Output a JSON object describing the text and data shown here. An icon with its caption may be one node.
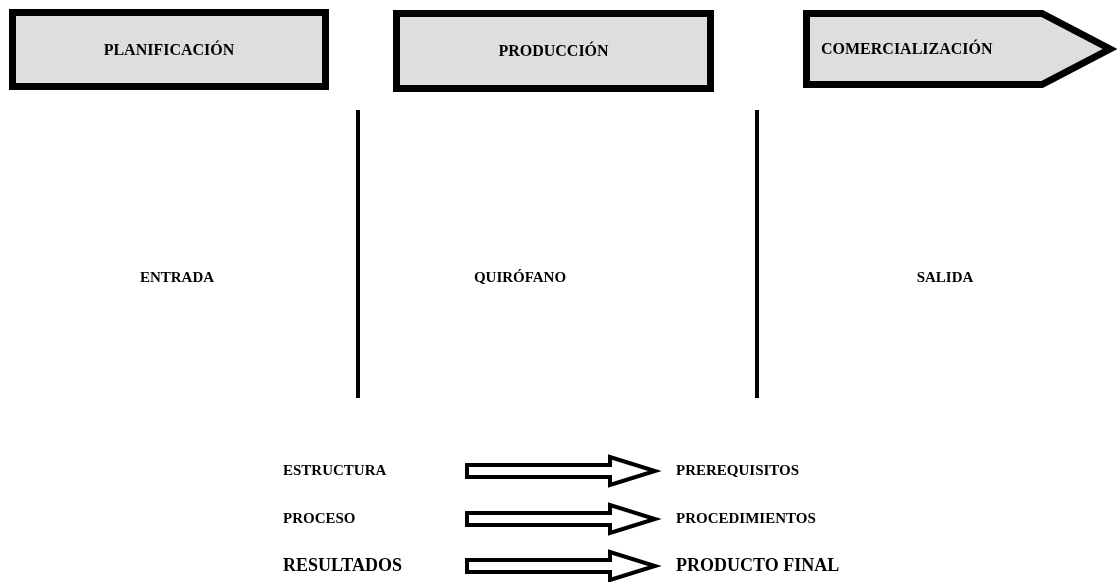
{
  "diagram": {
    "nodes": [
      {
        "text": [
          "PLANIFICACIÓN"
        ]
      },
      {
        "text": [
          "PRODUCCIÓN"
        ]
      },
      {
        "text": [
          "COMERCIALIZACIÓN"
        ]
      },
      {
        "text": [
          "ESTRUCTURA"
        ]
      },
      {
        "text": [
          "PREREQUISITOS"
        ]
      },
      {
        "text": [
          "PROCESO"
        ]
      },
      {
        "text": [
          "PROCEDIMIENTOS"
        ]
      },
      {
        "text": [
          "RESULTADOS"
        ]
      },
      {
        "text": [
          "PRODUCTO FINAL"
        ]
      }
    ],
    "edges": [
      {
        "from": 3,
        "to": 4,
        "arrow": "to"
      },
      {
        "from": 5,
        "to": 6,
        "arrow": "to"
      },
      {
        "from": 7,
        "to": 8,
        "arrow": "to"
      }
    ],
    "labels": [
      "ENTRADA",
      "QUIRÓFANO",
      "SALIDA"
    ]
  }
}
